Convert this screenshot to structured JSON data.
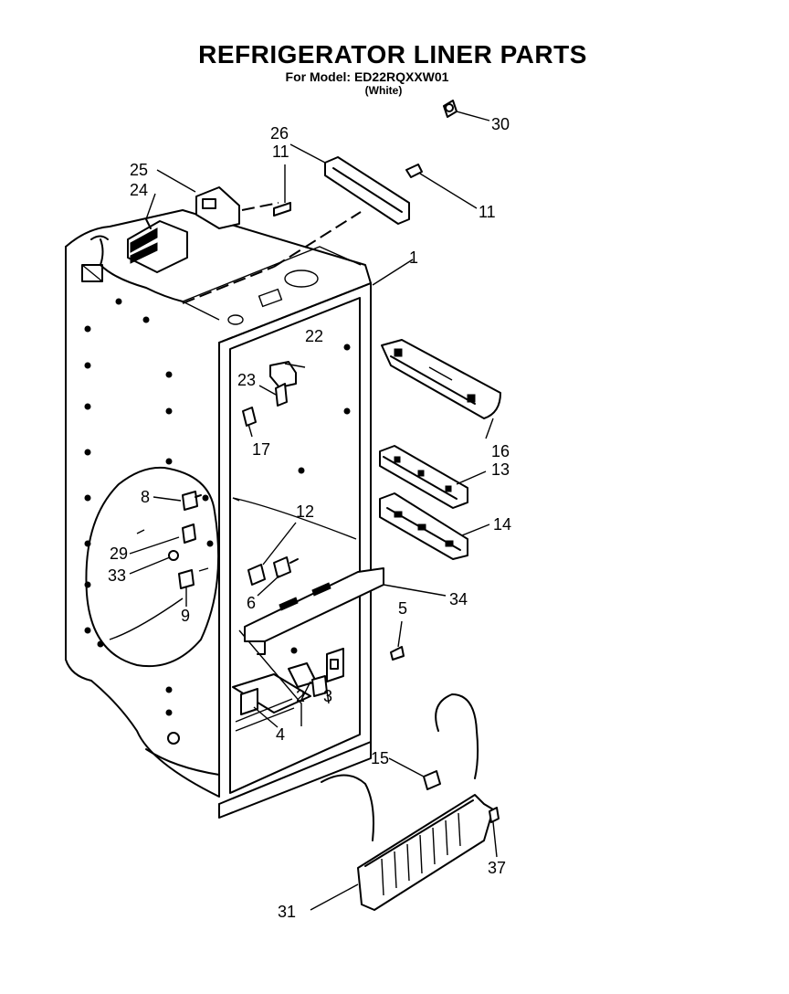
{
  "header": {
    "title": "REFRIGERATOR LINER PARTS",
    "model_line": "For Model: ED22RQXXW01",
    "finish": "(White)"
  },
  "callouts": [
    "1",
    "2",
    "3",
    "4",
    "5",
    "6",
    "8",
    "9",
    "11",
    "11",
    "12",
    "13",
    "14",
    "15",
    "16",
    "17",
    "22",
    "23",
    "24",
    "25",
    "26",
    "29",
    "30",
    "31",
    "33",
    "34",
    "37"
  ],
  "colors": {
    "ink": "#000000",
    "paper": "#ffffff"
  }
}
